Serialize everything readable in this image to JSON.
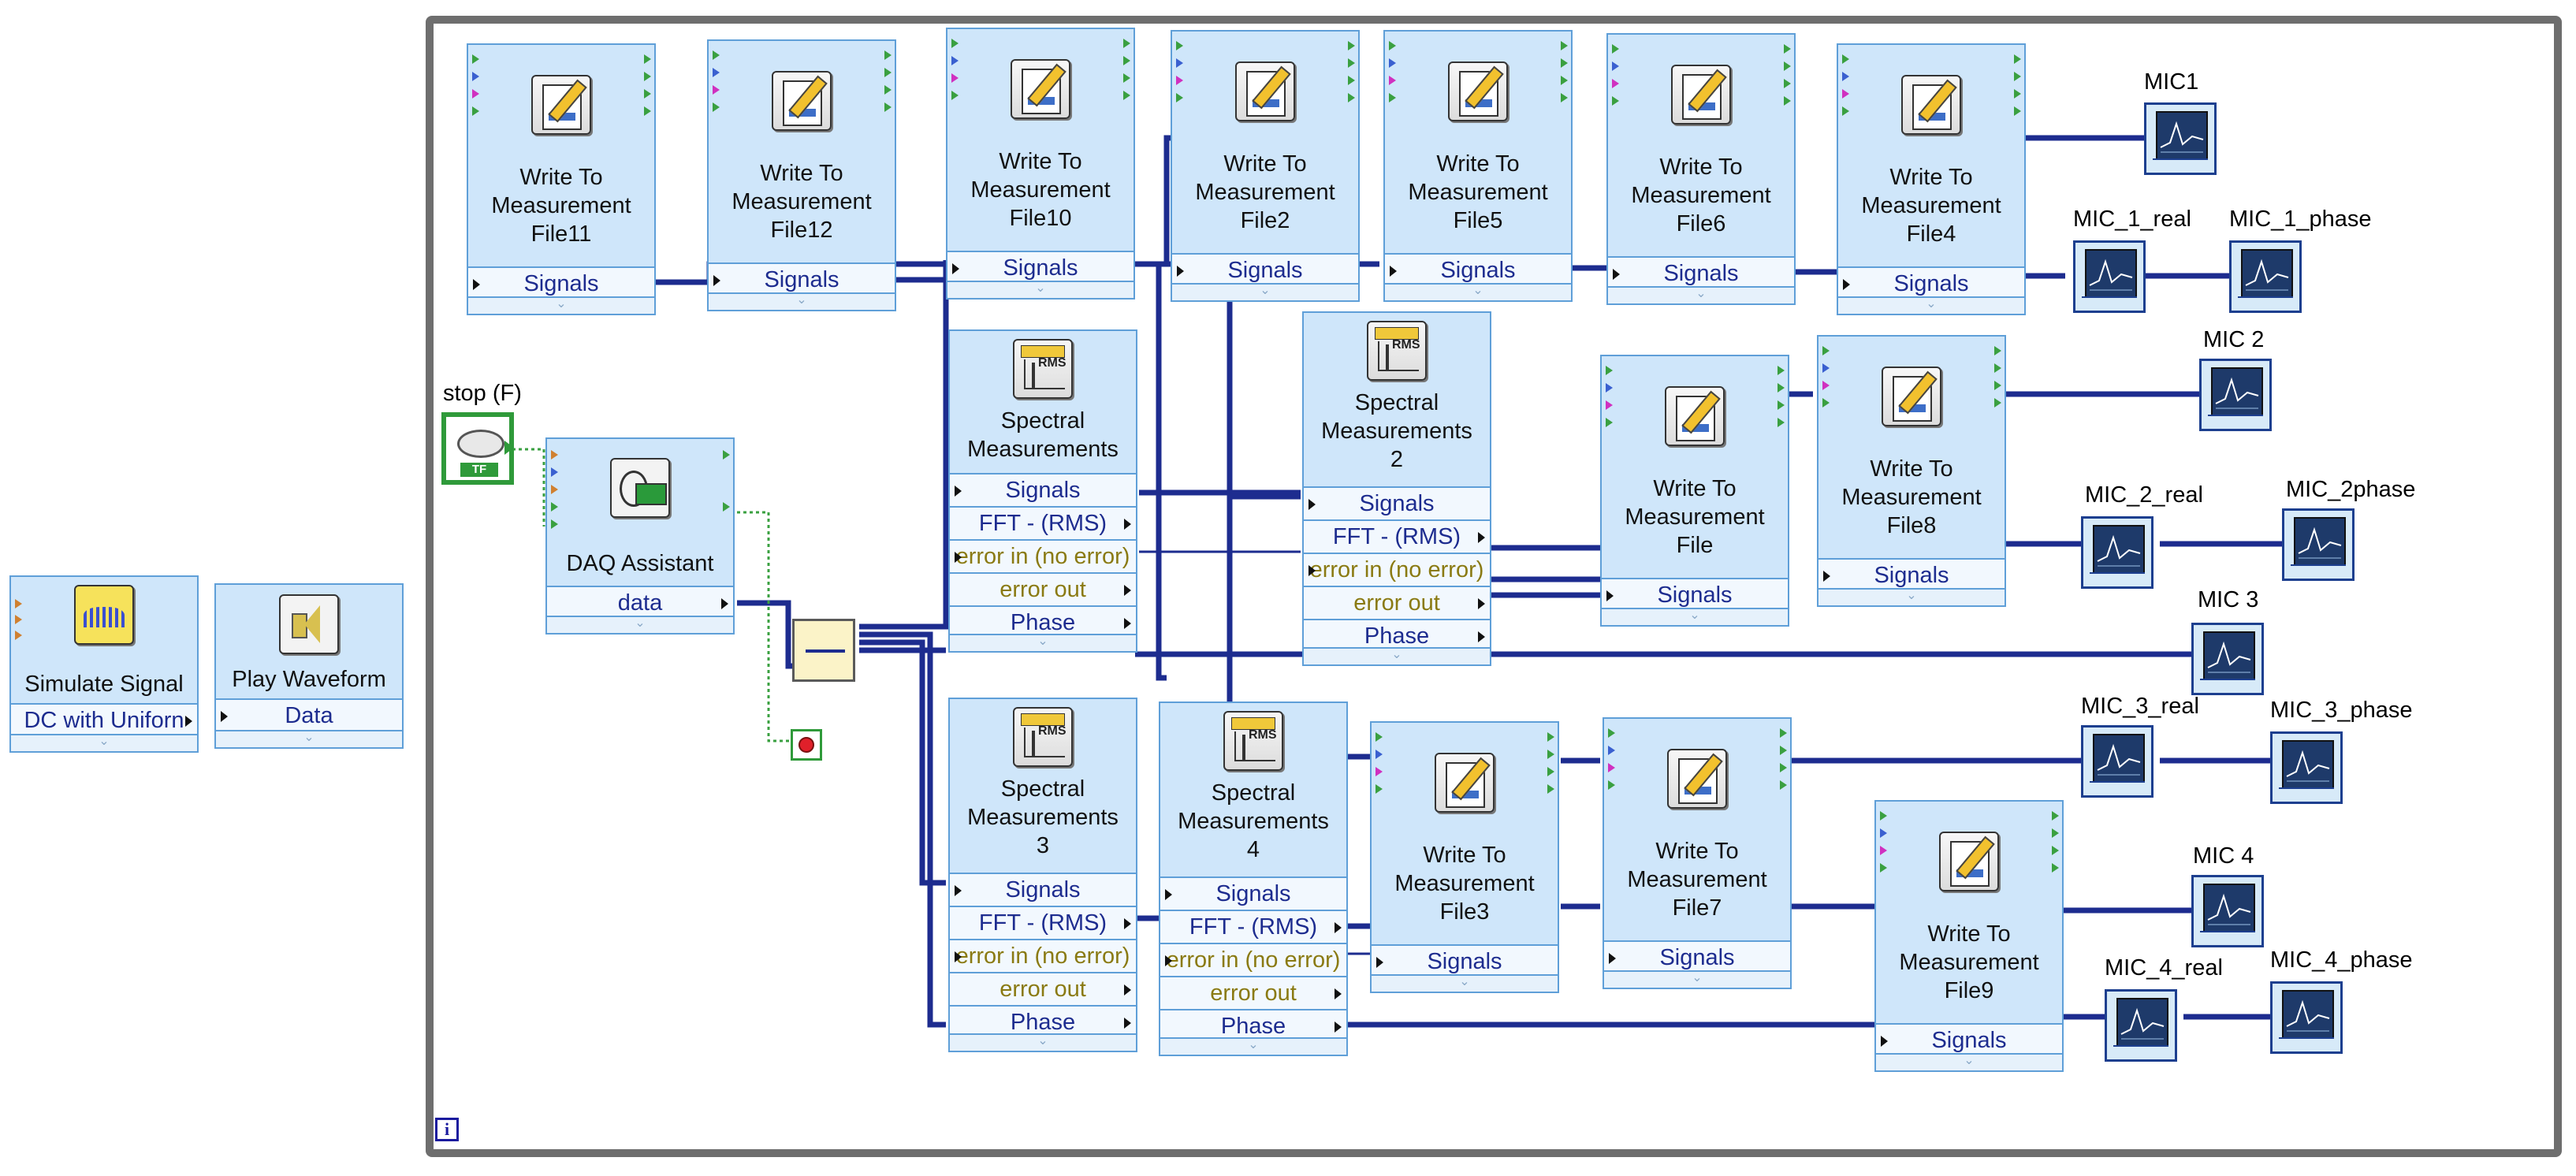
{
  "loop": {
    "stop_label": "stop (F)",
    "iteration": "i"
  },
  "simulate": {
    "title": "Simulate Signal",
    "output": "DC with Uniforn"
  },
  "play": {
    "title": "Play Waveform",
    "input": "Data"
  },
  "daq": {
    "title": "DAQ Assistant",
    "output": "data"
  },
  "write_vis": [
    {
      "id": "w11",
      "title": [
        "Write To",
        "Measurement",
        "File11"
      ],
      "input": "Signals"
    },
    {
      "id": "w12",
      "title": [
        "Write To",
        "Measurement",
        "File12"
      ],
      "input": "Signals"
    },
    {
      "id": "w10",
      "title": [
        "Write To",
        "Measurement",
        "File10"
      ],
      "input": "Signals"
    },
    {
      "id": "w2",
      "title": [
        "Write To",
        "Measurement",
        "File2"
      ],
      "input": "Signals"
    },
    {
      "id": "w5",
      "title": [
        "Write To",
        "Measurement",
        "File5"
      ],
      "input": "Signals"
    },
    {
      "id": "w6",
      "title": [
        "Write To",
        "Measurement",
        "File6"
      ],
      "input": "Signals"
    },
    {
      "id": "w4",
      "title": [
        "Write To",
        "Measurement",
        "File4"
      ],
      "input": "Signals"
    },
    {
      "id": "w0",
      "title": [
        "Write To",
        "Measurement",
        "File"
      ],
      "input": "Signals"
    },
    {
      "id": "w8",
      "title": [
        "Write To",
        "Measurement",
        "File8"
      ],
      "input": "Signals"
    },
    {
      "id": "w3",
      "title": [
        "Write To",
        "Measurement",
        "File3"
      ],
      "input": "Signals"
    },
    {
      "id": "w7",
      "title": [
        "Write To",
        "Measurement",
        "File7"
      ],
      "input": "Signals"
    },
    {
      "id": "w9",
      "title": [
        "Write To",
        "Measurement",
        "File9"
      ],
      "input": "Signals"
    }
  ],
  "spectral_vis": [
    {
      "id": "s1",
      "title": [
        "Spectral",
        "Measurements"
      ],
      "terms": [
        "Signals",
        "FFT - (RMS)",
        "error in (no error)",
        "error out",
        "Phase"
      ]
    },
    {
      "id": "s2",
      "title": [
        "Spectral",
        "Measurements",
        "2"
      ],
      "terms": [
        "Signals",
        "FFT - (RMS)",
        "error in (no error)",
        "error out",
        "Phase"
      ]
    },
    {
      "id": "s3",
      "title": [
        "Spectral",
        "Measurements",
        "3"
      ],
      "terms": [
        "Signals",
        "FFT - (RMS)",
        "error in (no error)",
        "error out",
        "Phase"
      ]
    },
    {
      "id": "s4",
      "title": [
        "Spectral",
        "Measurements",
        "4"
      ],
      "terms": [
        "Signals",
        "FFT - (RMS)",
        "error in (no error)",
        "error out",
        "Phase"
      ]
    }
  ],
  "graphs": [
    {
      "id": "g_mic1",
      "label": "MIC1"
    },
    {
      "id": "g_mic1r",
      "label": "MIC_1_real"
    },
    {
      "id": "g_mic1p",
      "label": "MIC_1_phase"
    },
    {
      "id": "g_mic2",
      "label": "MIC 2"
    },
    {
      "id": "g_mic2r",
      "label": "MIC_2_real"
    },
    {
      "id": "g_mic2p",
      "label": "MIC_2phase"
    },
    {
      "id": "g_mic3",
      "label": "MIC 3"
    },
    {
      "id": "g_mic3r",
      "label": "MIC_3_real"
    },
    {
      "id": "g_mic3p",
      "label": "MIC_3_phase"
    },
    {
      "id": "g_mic4",
      "label": "MIC 4"
    },
    {
      "id": "g_mic4r",
      "label": "MIC_4_real"
    },
    {
      "id": "g_mic4p",
      "label": "MIC_4_phase"
    }
  ]
}
